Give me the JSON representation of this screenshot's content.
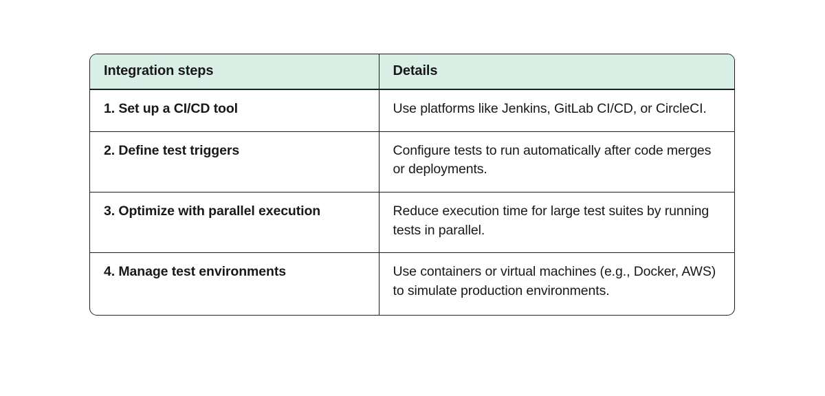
{
  "table": {
    "columns": [
      {
        "key": "step",
        "label": "Integration steps"
      },
      {
        "key": "detail",
        "label": "Details"
      }
    ],
    "header_bg": "#d9efe6",
    "border_color": "#1c1c1c",
    "text_color": "#17181a",
    "rows": [
      {
        "step": "1. Set up a CI/CD tool",
        "detail": "Use platforms like Jenkins, GitLab CI/CD, or CircleCI."
      },
      {
        "step": "2. Define test triggers",
        "detail": "Configure tests to run automatically after code merges or deployments."
      },
      {
        "step": "3. Optimize with parallel execution",
        "detail": "Reduce execution time for large test suites by running tests in parallel."
      },
      {
        "step": "4. Manage test environments",
        "detail": "Use containers or virtual machines (e.g., Docker, AWS) to simulate production environments."
      }
    ]
  }
}
